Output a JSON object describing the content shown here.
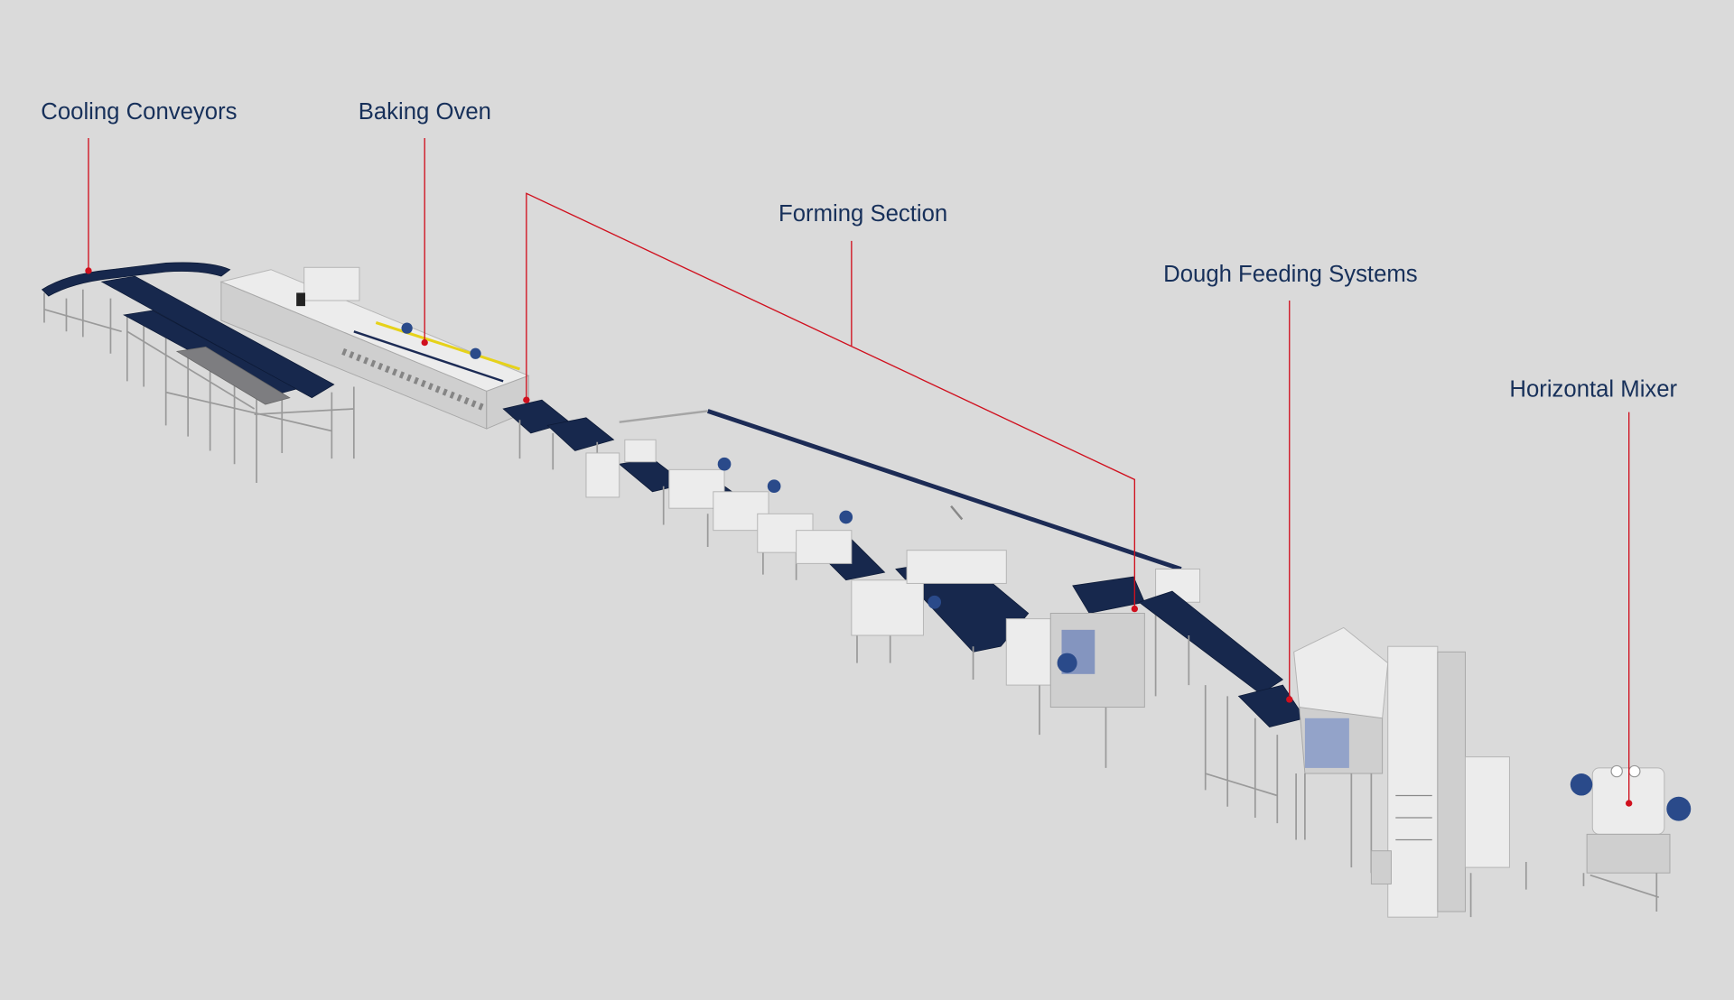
{
  "labels": {
    "cooling": "Cooling Conveyors",
    "oven": "Baking Oven",
    "forming": "Forming Section",
    "dough": "Dough Feeding Systems",
    "mixer": "Horizontal Mixer"
  },
  "colors": {
    "background": "#dadada",
    "label_text": "#17305a",
    "leader_line": "#d0101e",
    "belt": "#17284d"
  }
}
